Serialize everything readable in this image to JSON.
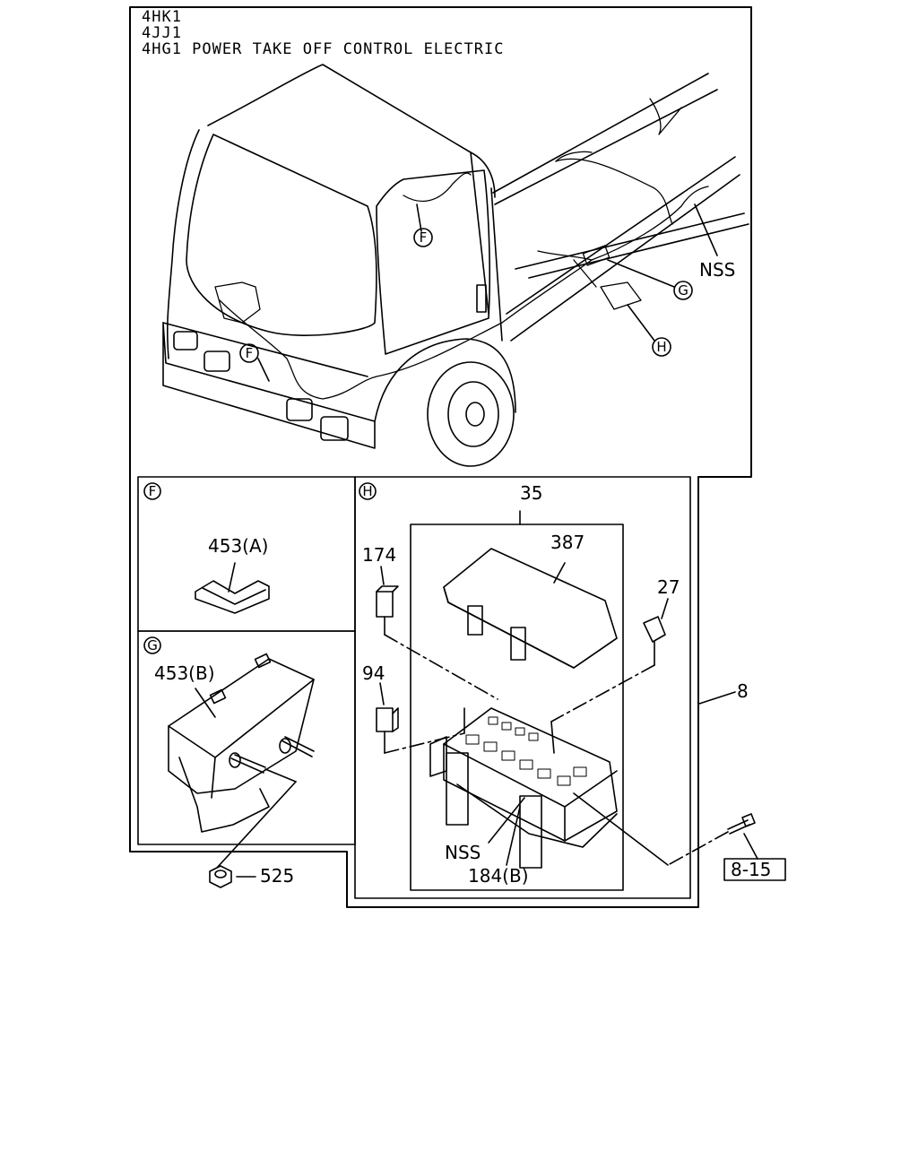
{
  "header": {
    "line1": "4HK1",
    "line2": "4JJ1",
    "line3": "4HG1 POWER TAKE OFF CONTROL ELECTRIC"
  },
  "truck_view": {
    "callouts": {
      "f_upper": "F",
      "f_lower": "F",
      "g": "G",
      "h": "H",
      "nss": "NSS"
    }
  },
  "detail_f": {
    "tag": "F",
    "part_label": "453(A)"
  },
  "detail_g": {
    "tag": "G",
    "part_label": "453(B)"
  },
  "detail_h": {
    "tag": "H",
    "labels": {
      "p35": "35",
      "p387": "387",
      "p174": "174",
      "p27": "27",
      "p94": "94",
      "nss": "NSS",
      "p184b": "184(B)"
    }
  },
  "outside": {
    "p8": "8",
    "p525": "525",
    "ref": "8-15"
  }
}
